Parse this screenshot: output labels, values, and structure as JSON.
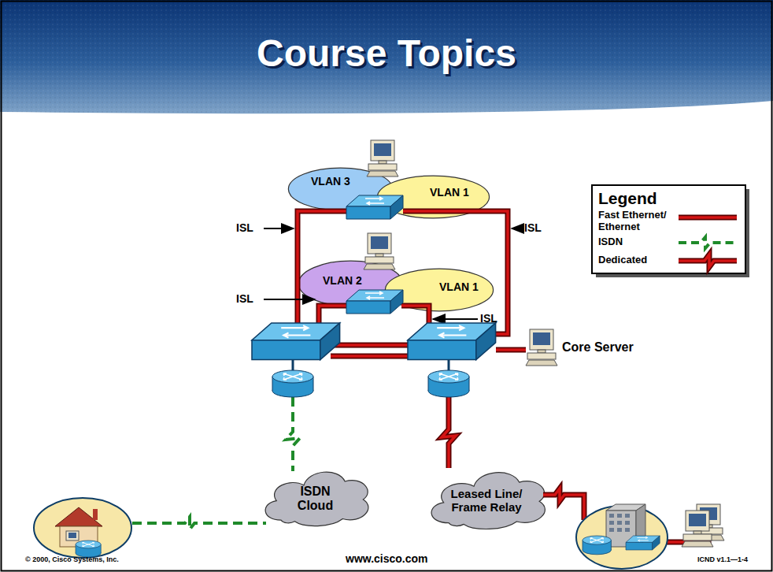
{
  "diagram": {
    "title": "Course Topics",
    "nodes": [
      {
        "text": [
          "VLAN 3"
        ]
      },
      {
        "text": [
          "VLAN 1"
        ]
      },
      {
        "text": [
          "VLAN 2"
        ]
      },
      {
        "text": [
          "VLAN 1"
        ]
      },
      {
        "text": [
          "ISDN Cloud"
        ]
      },
      {
        "text": [
          "Leased Line/ Frame Relay"
        ]
      }
    ],
    "labels": [
      "ISL",
      "ISL",
      "ISL",
      "ISL",
      "Core Server",
      "Legend",
      "© 2000, Cisco Systems, Inc.",
      "www.cisco.com",
      "ICND v1.1—1-4"
    ],
    "legend": [
      {
        "text": "Fast Ethernet/ Ethernet"
      },
      {
        "text": "ISDN"
      },
      {
        "text": "Dedicated"
      }
    ]
  }
}
